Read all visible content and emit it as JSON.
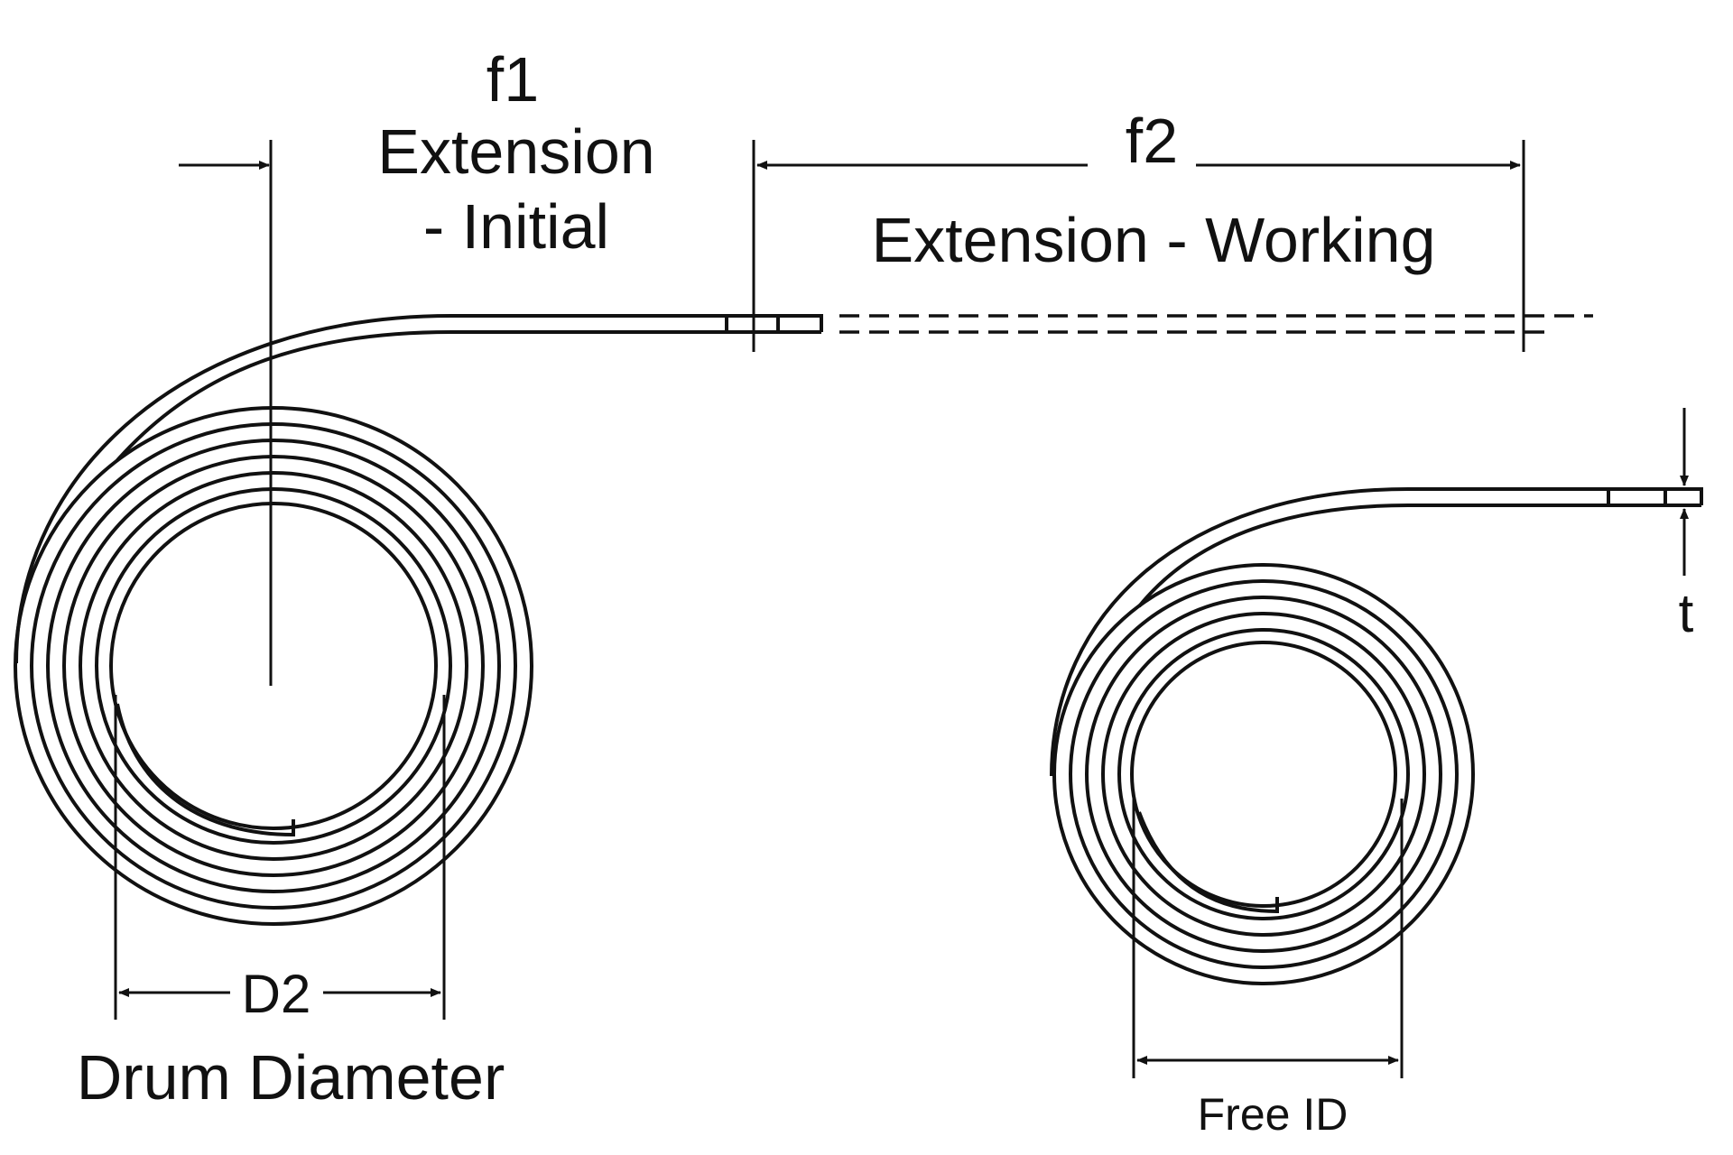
{
  "labels": {
    "f1": "f1",
    "f1_line1": "Extension",
    "f1_line2": "- Initial",
    "f2": "f2",
    "f2_desc": "Extension - Working",
    "d2": "D2",
    "drum": "Drum Diameter",
    "t": "t",
    "free_id": "Free ID"
  },
  "colors": {
    "ink": "#111111",
    "background": "#ffffff"
  }
}
